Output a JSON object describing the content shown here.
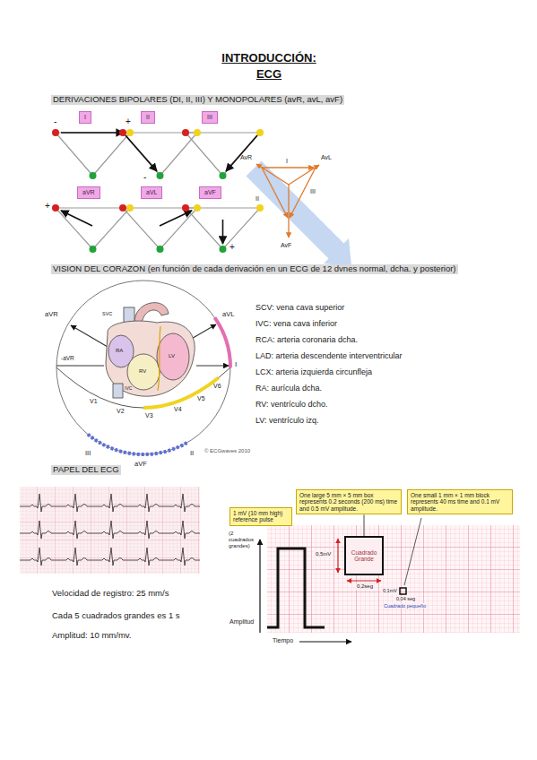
{
  "diagram": {
    "title": "INTRODUCCIÓN: ECG",
    "nodes": [
      {
        "text": [
          "I"
        ]
      },
      {
        "text": [
          "II"
        ]
      },
      {
        "text": [
          "III"
        ]
      },
      {
        "text": [
          "aVR"
        ]
      },
      {
        "text": [
          "aVL"
        ]
      },
      {
        "text": [
          "aVF"
        ]
      },
      {
        "text": [
          "1 mV (10 mm high) reference pulse"
        ]
      },
      {
        "text": [
          "One large 5 mm × 5 mm box represents 0.2 seconds (200 ms) time and 0.5 mV amplitude."
        ]
      },
      {
        "text": [
          "One small 1 mm × 1 mm block represents 40 ms time and 0.1 mV amplitude."
        ]
      },
      {
        "text": [
          "Cuadrado Grande"
        ]
      }
    ],
    "edges": [
      {
        "from": 7,
        "to": 9,
        "arrow": "none"
      }
    ],
    "labels": [
      "DERIVACIONES BIPOLARES (DI, II, III) Y MONOPOLARES (avR, avL, avF)",
      "-",
      "+",
      "-",
      "+",
      "+",
      "AvR",
      "I",
      "AvL",
      "II",
      "III",
      "AvF",
      "VISION DEL CORAZON (en función de cada derivación en un ECG de 12 dvnes normal, dcha. y posterior)",
      "aVR",
      "aVL",
      "I",
      "-aVR",
      "V1",
      "V2",
      "V3",
      "V4",
      "V5",
      "V6",
      "II",
      "aVF",
      "III",
      "© ECGwaves 2010",
      "SVC",
      "RA",
      "RV",
      "LV",
      "IVC",
      "SCV: vena cava superior",
      "IVC: vena cava inferior",
      "RCA: arteria coronaria dcha.",
      "LAD: arteria descendente interventricular",
      "LCX: arteria izquierda circunfleja",
      "RA: aurícula dcha.",
      "RV: ventrículo dcho.",
      "LV: ventrículo izq.",
      "PAPEL DEL ECG",
      "Velocidad de registro: 25 mm/s",
      "Cada 5 cuadrados grandes es 1 s",
      "Amplitud: 10 mm/mv.",
      "(2 cuadrados grandes)",
      "0,5mV",
      "0,2seg",
      "0,1mV",
      "0,04 seg",
      "Cuadrado pequeño",
      "Amplitud",
      "Tiempo"
    ]
  }
}
